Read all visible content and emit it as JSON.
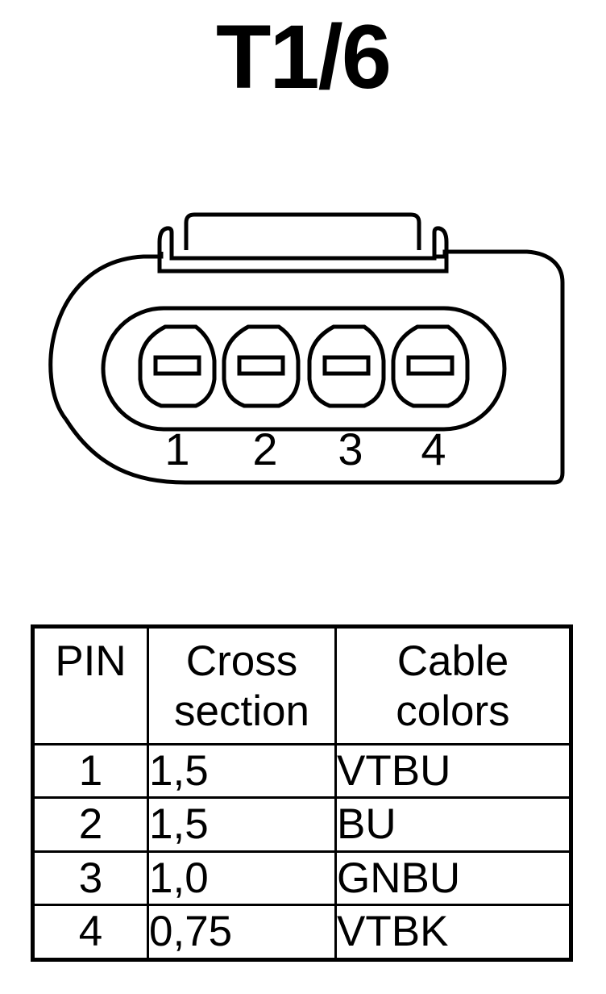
{
  "title": "T1/6",
  "connector": {
    "pin_labels": [
      "1",
      "2",
      "3",
      "4"
    ]
  },
  "table": {
    "headers": {
      "pin": "PIN",
      "cross_section": [
        "Cross",
        "section"
      ],
      "cable_colors": [
        "Cable",
        "colors"
      ]
    },
    "rows": [
      {
        "pin": "1",
        "cross_section": "1,5",
        "color": "VTBU"
      },
      {
        "pin": "2",
        "cross_section": "1,5",
        "color": "BU"
      },
      {
        "pin": "3",
        "cross_section": "1,0",
        "color": "GNBU"
      },
      {
        "pin": "4",
        "cross_section": "0,75",
        "color": "VTBK"
      }
    ]
  }
}
